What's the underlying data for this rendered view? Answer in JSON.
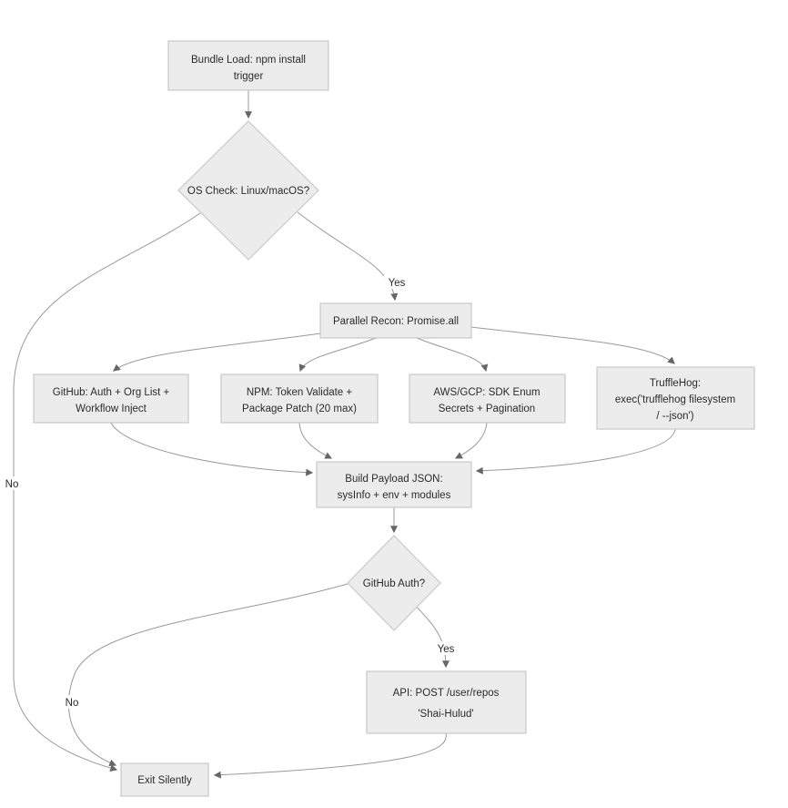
{
  "diagram": {
    "type": "flowchart",
    "colors": {
      "node_fill": "#ececec",
      "node_border": "#c9c9c9",
      "edge_line": "#999999",
      "arrowhead": "#666666",
      "text": "#2b2b2b",
      "background": "#ffffff"
    },
    "nodes": {
      "bundle_load": {
        "lines": [
          "Bundle Load: npm install",
          "trigger"
        ]
      },
      "os_check": {
        "label": "OS Check: Linux/macOS?"
      },
      "parallel_recon": {
        "label": "Parallel Recon: Promise.all"
      },
      "github_recon": {
        "lines": [
          "GitHub: Auth + Org List +",
          "Workflow Inject"
        ]
      },
      "npm_recon": {
        "lines": [
          "NPM: Token Validate +",
          "Package Patch (20 max)"
        ]
      },
      "aws_gcp_recon": {
        "lines": [
          "AWS/GCP: SDK Enum",
          "Secrets + Pagination"
        ]
      },
      "trufflehog": {
        "lines": [
          "TruffleHog:",
          "exec('trufflehog filesystem",
          "/ --json')"
        ]
      },
      "build_payload": {
        "lines": [
          "Build Payload JSON:",
          "sysInfo + env + modules"
        ]
      },
      "github_auth": {
        "label": "GitHub Auth?"
      },
      "api_post": {
        "lines": [
          "API: POST /user/repos",
          "'Shai-Hulud'"
        ]
      },
      "exit_silently": {
        "label": "Exit Silently"
      }
    },
    "edge_labels": {
      "os_check_yes": "Yes",
      "os_check_no": "No",
      "github_auth_yes": "Yes",
      "github_auth_no": "No"
    }
  }
}
